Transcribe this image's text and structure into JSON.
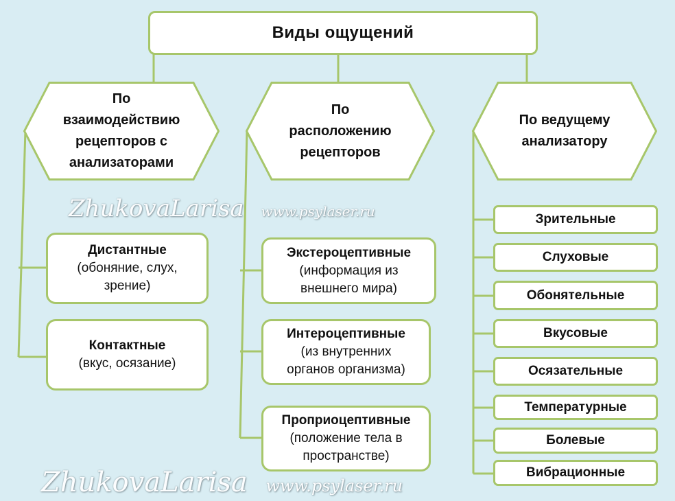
{
  "root": {
    "title": "Виды ощущений"
  },
  "categories": [
    {
      "lines": [
        "По",
        "взаимодействию",
        "рецепторов  с",
        "анализаторами"
      ]
    },
    {
      "lines": [
        "По",
        "расположению",
        "рецепторов"
      ]
    },
    {
      "lines": [
        "По  ведущему",
        "анализатору"
      ]
    }
  ],
  "col1": [
    {
      "name": "Дистантные",
      "desc": [
        "(обоняние, слух,",
        "зрение)"
      ]
    },
    {
      "name": "Контактные",
      "desc": [
        "(вкус, осязание)"
      ]
    }
  ],
  "col2": [
    {
      "name": "Экстероцептивные",
      "desc": [
        "(информация  из",
        "внешнего  мира)"
      ]
    },
    {
      "name": "Интероцептивные",
      "desc": [
        "(из  внутренних",
        "органов  организма)"
      ]
    },
    {
      "name": "Проприоцептивные",
      "desc": [
        "(положение  тела  в",
        "пространстве)"
      ]
    }
  ],
  "col3": [
    "Зрительные",
    "Слуховые",
    "Обонятельные",
    "Вкусовые",
    "Осязательные",
    "Температурные",
    "Болевые",
    "Вибрационные"
  ],
  "watermarks": [
    {
      "name": "ZhukovaLarisa",
      "site": "www.psylaser.ru"
    },
    {
      "name": "ZhukovaLarisa",
      "site": "www.psylaser.ru"
    }
  ],
  "colors": {
    "background": "#d9edf3",
    "border": "#a7c66a",
    "box": "#ffffff"
  }
}
